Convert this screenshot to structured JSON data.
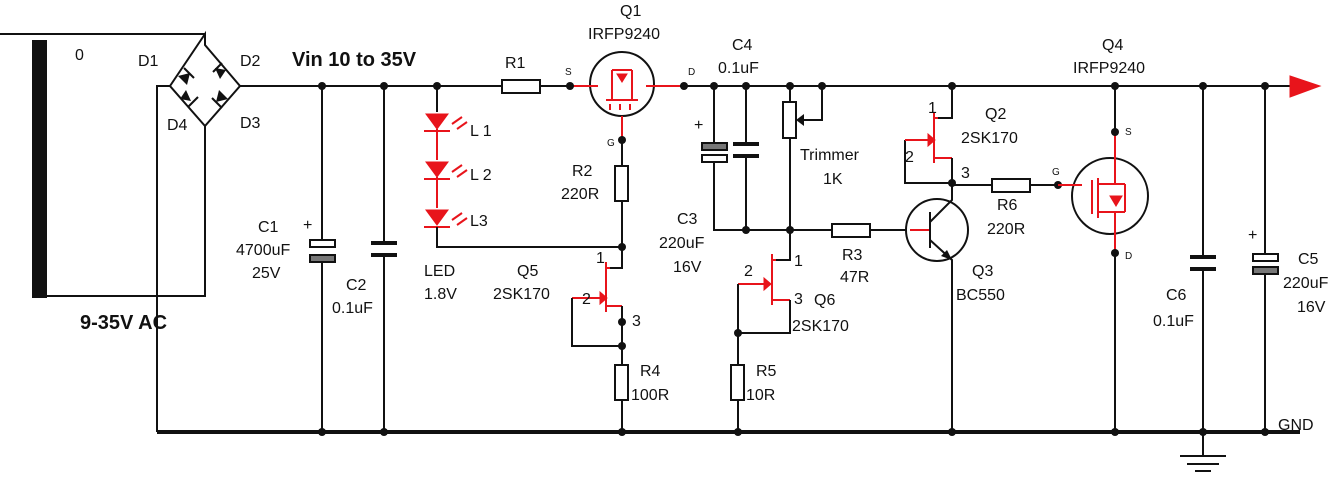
{
  "colors": {
    "wire": "#111111",
    "accent": "#e8141b",
    "capacitor_fill": "#777777"
  },
  "labels": {
    "transformer_tap": "0",
    "ac_input": "9-35V AC",
    "vin": "Vin 10 to 35V",
    "gnd": "GND",
    "d1": "D1",
    "d2": "D2",
    "d3": "D3",
    "d4": "D4",
    "c1_name": "C1",
    "c1_value": "4700uF",
    "c1_voltage": "25V",
    "c2_name": "C2",
    "c2_value": "0.1uF",
    "r1": "R1",
    "l1": "L 1",
    "l2": "L 2",
    "l3": "L3",
    "led_name": "LED",
    "led_voltage": "1.8V",
    "q1_name": "Q1",
    "q1_part": "IRFP9240",
    "q1_s": "S",
    "q1_d": "D",
    "q1_g": "G",
    "r2_name": "R2",
    "r2_value": "220R",
    "q5_name": "Q5",
    "q5_part": "2SK170",
    "q5_pin1": "1",
    "q5_pin2": "2",
    "q5_pin3": "3",
    "r4_name": "R4",
    "r4_value": "100R",
    "c4_name": "C4",
    "c4_value": "0.1uF",
    "c3_name": "C3",
    "c3_value": "220uF",
    "c3_voltage": "16V",
    "trimmer_name": "Trimmer",
    "trimmer_value": "1K",
    "q6_name": "Q6",
    "q6_part": "2SK170",
    "q6_pin1": "1",
    "q6_pin2": "2",
    "q6_pin3": "3",
    "r5_name": "R5",
    "r5_value": "10R",
    "r3_name": "R3",
    "r3_value": "47R",
    "q2_name": "Q2",
    "q2_part": "2SK170",
    "q2_pin1": "1",
    "q2_pin2": "2",
    "q2_pin3": "3",
    "q3_name": "Q3",
    "q3_part": "BC550",
    "r6_name": "R6",
    "r6_value": "220R",
    "q4_name": "Q4",
    "q4_part": "IRFP9240",
    "q4_s": "S",
    "q4_g": "G",
    "q4_d": "D",
    "c6_name": "C6",
    "c6_value": "0.1uF",
    "c5_name": "C5",
    "c5_value": "220uF",
    "c5_voltage": "16V",
    "plus": "+"
  }
}
